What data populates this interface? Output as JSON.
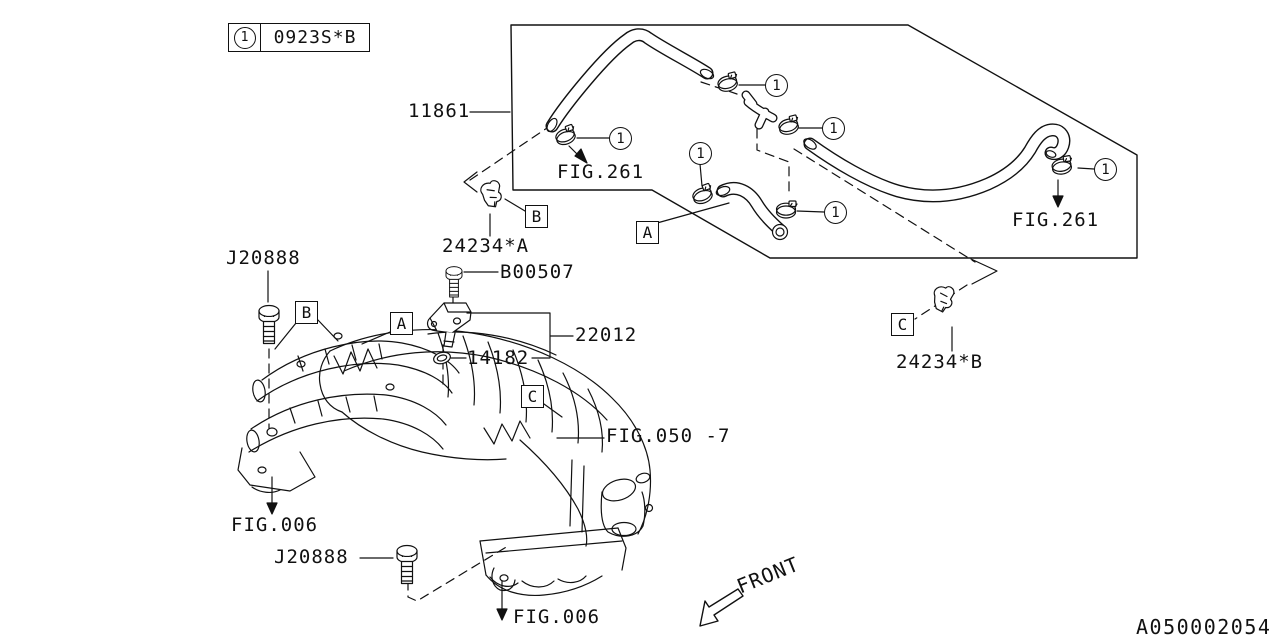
{
  "colors": {
    "ink": "#111111",
    "paper": "#ffffff"
  },
  "legend_box": {
    "callout": "1",
    "code": "0923S*B"
  },
  "part_labels": {
    "hose_assy": "11861",
    "clamp_a": "24234*A",
    "clamp_b": "24234*B",
    "bolt_small": "B00507",
    "sensor": "22012",
    "o_ring": "14182",
    "bolt_top": "J20888",
    "bolt_bottom": "J20888"
  },
  "fig_refs": {
    "fig261_left": "FIG.261",
    "fig261_right": "FIG.261",
    "fig006_left": "FIG.006",
    "fig006_bottom": "FIG.006",
    "fig050": "FIG.050 -7"
  },
  "callouts": {
    "c1": "1",
    "c2": "1",
    "c3": "1",
    "c4": "1",
    "c5": "1",
    "c6": "1"
  },
  "markers": {
    "hose_b": "B",
    "hose_a": "A",
    "manifold_b": "B",
    "manifold_a": "A",
    "manifold_c": "C",
    "clamp_c": "C"
  },
  "front_label": "FRONT",
  "drawing_number": "A050002054"
}
